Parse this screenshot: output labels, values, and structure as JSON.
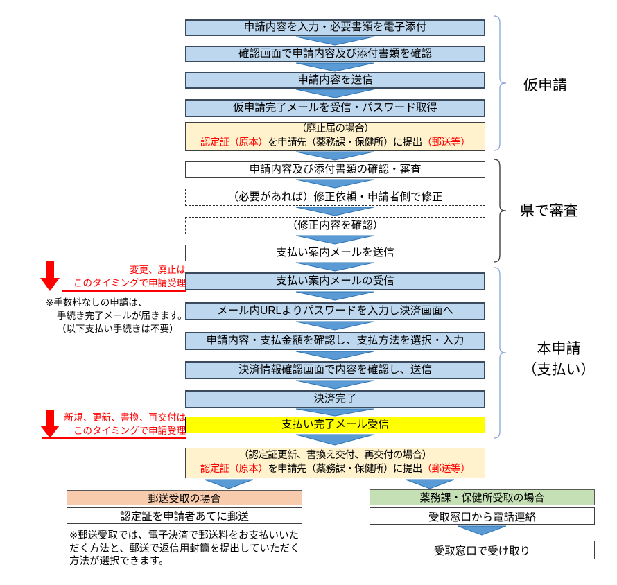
{
  "flow": {
    "steps": [
      {
        "style": "blue",
        "text": "申請内容を入力・必要書類を電子添付"
      },
      {
        "style": "blue",
        "text": "確認画面で申請内容及び添付書類を確認"
      },
      {
        "style": "blue",
        "text": "申請内容を送信"
      },
      {
        "style": "blue",
        "text": "仮申請完了メールを受信・パスワード取得"
      },
      {
        "style": "cream",
        "line1": "（廃止届の場合）",
        "line2_red1": "認定証（原本）",
        "line2_black": "を申請先（薬務課・保健所）に提出",
        "line2_red2": "（郵送等）"
      },
      {
        "style": "white",
        "text": "申請内容及び添付書類の確認・審査"
      },
      {
        "style": "dashed",
        "text": "（必要があれば）修正依頼・申請者側で修正"
      },
      {
        "style": "dashed",
        "text": "（修正内容を確認）"
      },
      {
        "style": "white",
        "text": "支払い案内メールを送信"
      },
      {
        "style": "blue",
        "text": "支払い案内メールの受信"
      },
      {
        "style": "blue",
        "text": "メール内URLよりパスワードを入力し決済画面へ"
      },
      {
        "style": "blue",
        "text": "申請内容・支払金額を確認し、支払方法を選択・入力"
      },
      {
        "style": "blue",
        "text": "決済情報確認画面で内容を確認し、送信"
      },
      {
        "style": "blue",
        "text": "決済完了"
      },
      {
        "style": "yellow",
        "text": "支払い完了メール受信"
      },
      {
        "style": "cream",
        "line1": "（認定証更新、書換え交付、再交付の場合）",
        "line2_red1": "認定証（原本）",
        "line2_black": "を申請先（薬務課・保健所）に提出",
        "line2_red2": "（郵送等）"
      }
    ]
  },
  "sections": {
    "provisional": {
      "label": "仮申請"
    },
    "review": {
      "label": "県で審査"
    },
    "main_application": {
      "label_line1": "本申請",
      "label_line2": "（支払い）"
    }
  },
  "annotations": {
    "change_abolition": {
      "line1": "変更、廃止は",
      "line2": "このタイミングで申請受理",
      "note_lines": [
        "※手数料なしの申請は、",
        "手続き完了メールが届きます。",
        "（以下支払い手続きは不要）"
      ]
    },
    "new_renewal": {
      "line1": "新規、更新、書換、再交付は",
      "line2": "このタイミングで申請受理"
    }
  },
  "branches": {
    "mail": {
      "header": "郵送受取の場合",
      "step1": "認定証を申請者あてに郵送",
      "note_lines": [
        "※郵送受取では、電子決済で郵送料をお支払いいた",
        "だく方法と、郵送で返信用封筒を提出していただく",
        "方法が選択できます。"
      ]
    },
    "counter": {
      "header": "薬務課・保健所受取の場合",
      "step1": "受取窓口から電話連絡",
      "step2": "受取窓口で受け取り"
    }
  },
  "colors": {
    "box_blue": "#BDD7EE",
    "box_blue_border": "#3B4A5C",
    "arrow_blue": "#5B9BD5",
    "arrow_blue_border": "#2E74B5",
    "cream": "#FFF2CC",
    "yellow": "#FFFF00",
    "peach": "#F8CBAD",
    "green": "#C5E0B4",
    "red": "#FF0000",
    "bracket_blue": "#8FAADC"
  }
}
